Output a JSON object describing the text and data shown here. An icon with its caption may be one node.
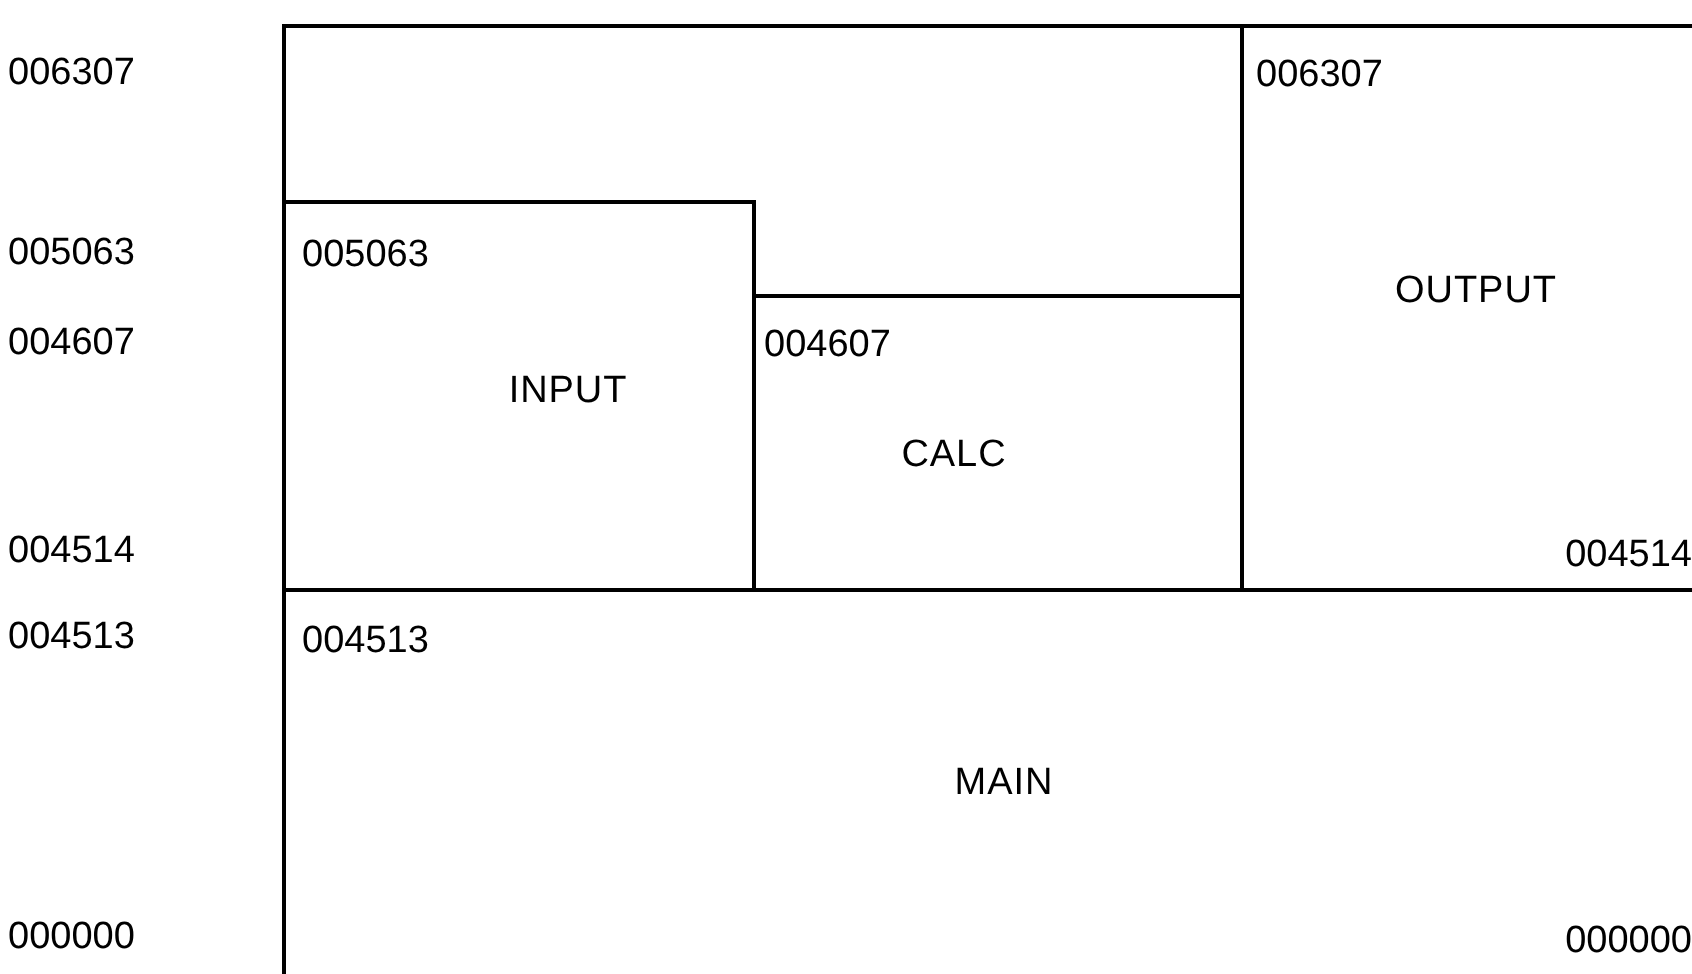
{
  "diagram": {
    "nodes": [
      {
        "text": [
          "005063",
          "INPUT"
        ]
      },
      {
        "text": [
          "004607",
          "CALC"
        ]
      },
      {
        "text": [
          "006307",
          "OUTPUT",
          "004514"
        ]
      },
      {
        "text": [
          "004513",
          "MAIN",
          "000000"
        ]
      }
    ],
    "labels": [
      "006307",
      "005063",
      "004607",
      "004514",
      "004513",
      "000000"
    ]
  }
}
